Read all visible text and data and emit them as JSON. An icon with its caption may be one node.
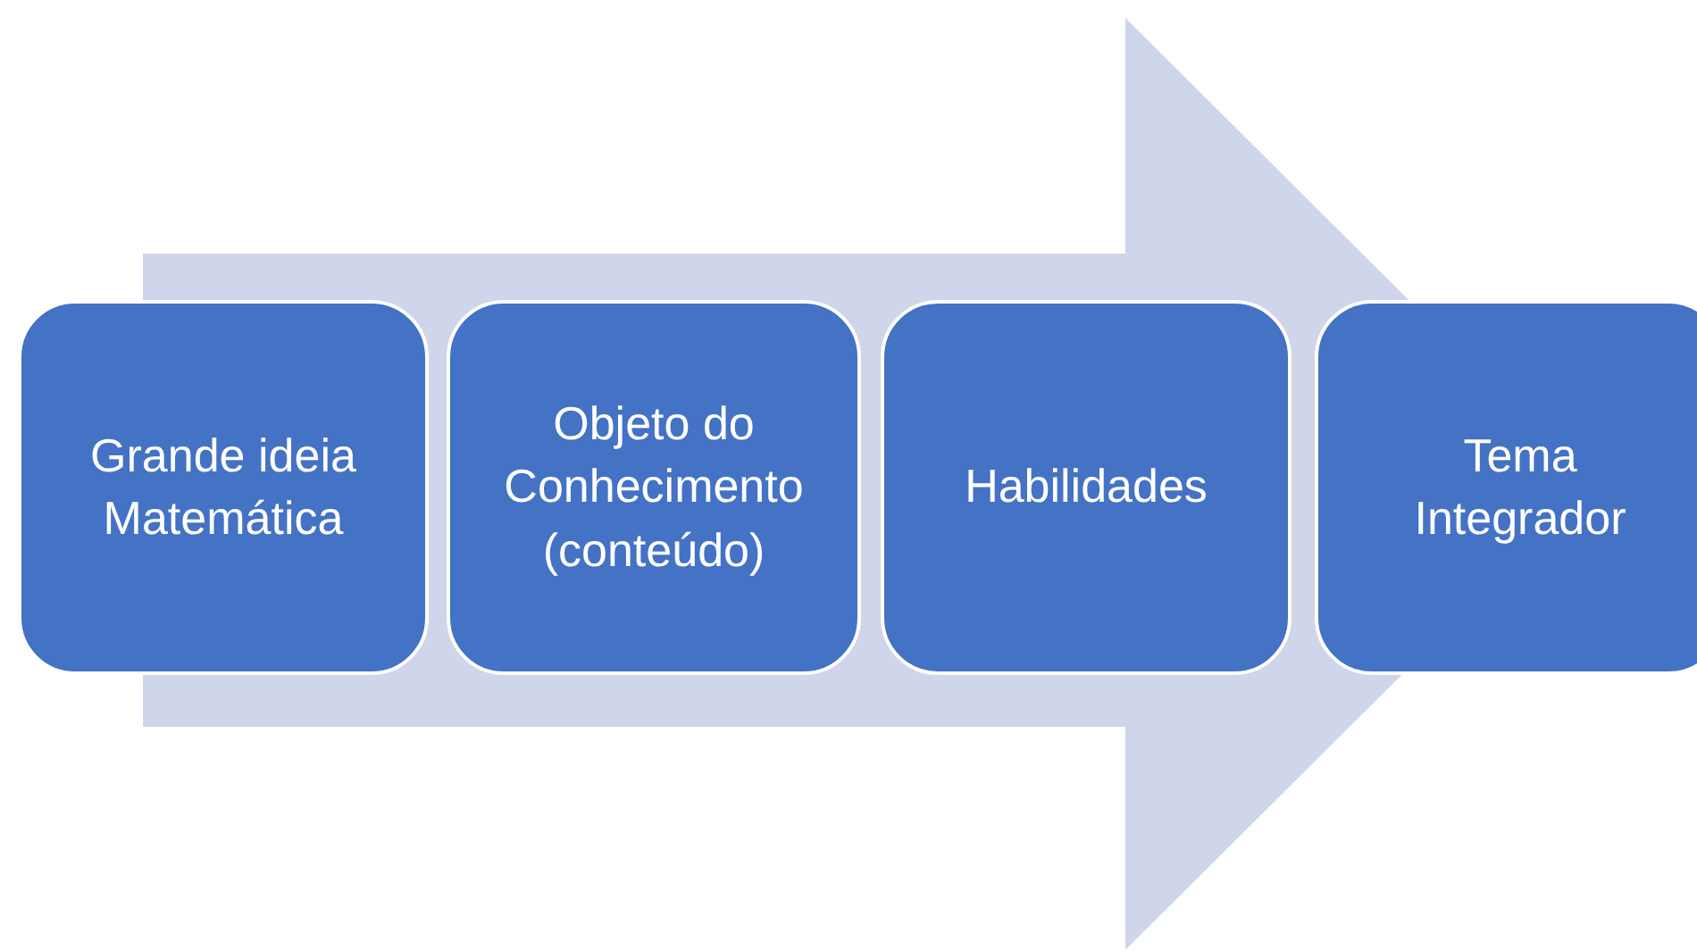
{
  "diagram": {
    "nodes": [
      {
        "text": [
          "Grande ideia Matemática"
        ]
      },
      {
        "text": [
          "Objeto do Conhecimento (conteúdo)"
        ]
      },
      {
        "text": [
          "Habilidades"
        ]
      },
      {
        "text": [
          "Tema Integrador"
        ]
      }
    ],
    "edges": [
      {
        "from": 0,
        "to": 3,
        "arrow": "to"
      }
    ]
  }
}
